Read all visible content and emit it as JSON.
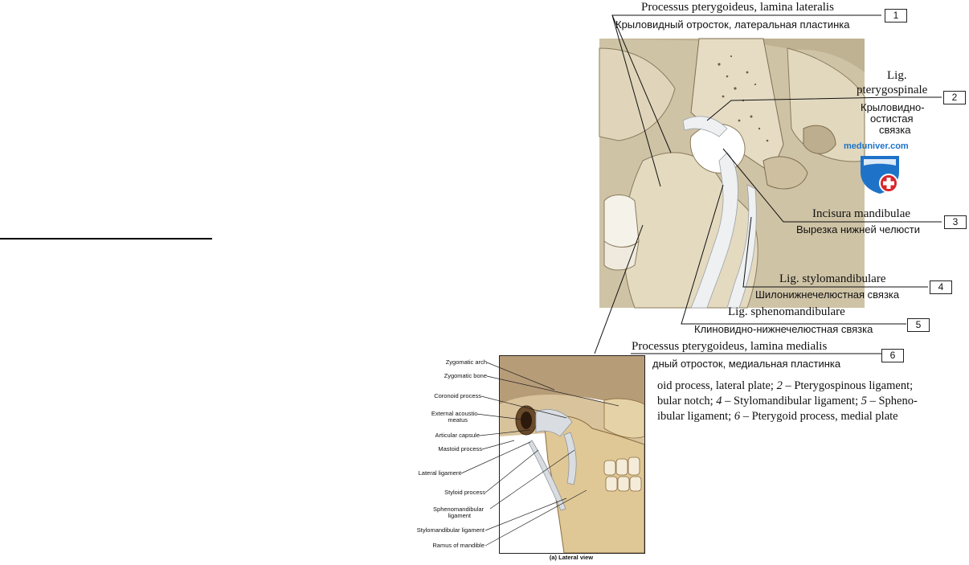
{
  "left_rule": "horizontal rule",
  "labels": [
    {
      "num": "1",
      "latin": "Processus pterygoideus, lamina lateralis",
      "russian": "Крыловидный отросток, латеральная пластинка"
    },
    {
      "num": "2",
      "latin": "Lig. pterygospinale",
      "russian": "Крыловидно-остистая связка"
    },
    {
      "num": "3",
      "latin": "Incisura mandibulae",
      "russian": "Вырезка нижней челюсти"
    },
    {
      "num": "4",
      "latin": "Lig. stylomandibulare",
      "russian": "Шилонижнечелюстная связка"
    },
    {
      "num": "5",
      "latin": "Lig. sphenomandibulare",
      "russian": "Клиновидно-нижнечелюстная связка"
    },
    {
      "num": "6",
      "latin": "Processus pterygoideus, lamina medialis",
      "russian": "дный отросток, медиальная пластинка"
    }
  ],
  "label2_lines": {
    "latin_a": "Lig.",
    "latin_b": "pterygospinale",
    "rus_a": "Крыловидно-",
    "rus_b": "остистая",
    "rus_c": "связка"
  },
  "caption_lines": [
    "oid process, lateral plate; 2 – Pterygospinous ligament;",
    "bular notch; 4 – Stylomandibular ligament; 5 – Spheno-",
    "ibular ligament; 6 – Pterygoid process, medial plate"
  ],
  "watermark": "meduniver.com",
  "inset": {
    "caption": "(a) Lateral view",
    "labels": [
      "Zygomatic arch",
      "Zygomatic bone",
      "Coronoid process",
      "External acoustic",
      "meatus",
      "Articular capsule",
      "Mastoid process",
      "Lateral ligament",
      "Styloid process",
      "Sphenomandibular",
      "ligament",
      "Stylomandibular ligament",
      "Ramus of mandible"
    ]
  },
  "colors": {
    "bone": "#d9cdb0",
    "bone_dark": "#a99a78",
    "ligament": "#eef0f2",
    "logo_blue": "#1e73c8",
    "logo_red": "#d8262b"
  }
}
